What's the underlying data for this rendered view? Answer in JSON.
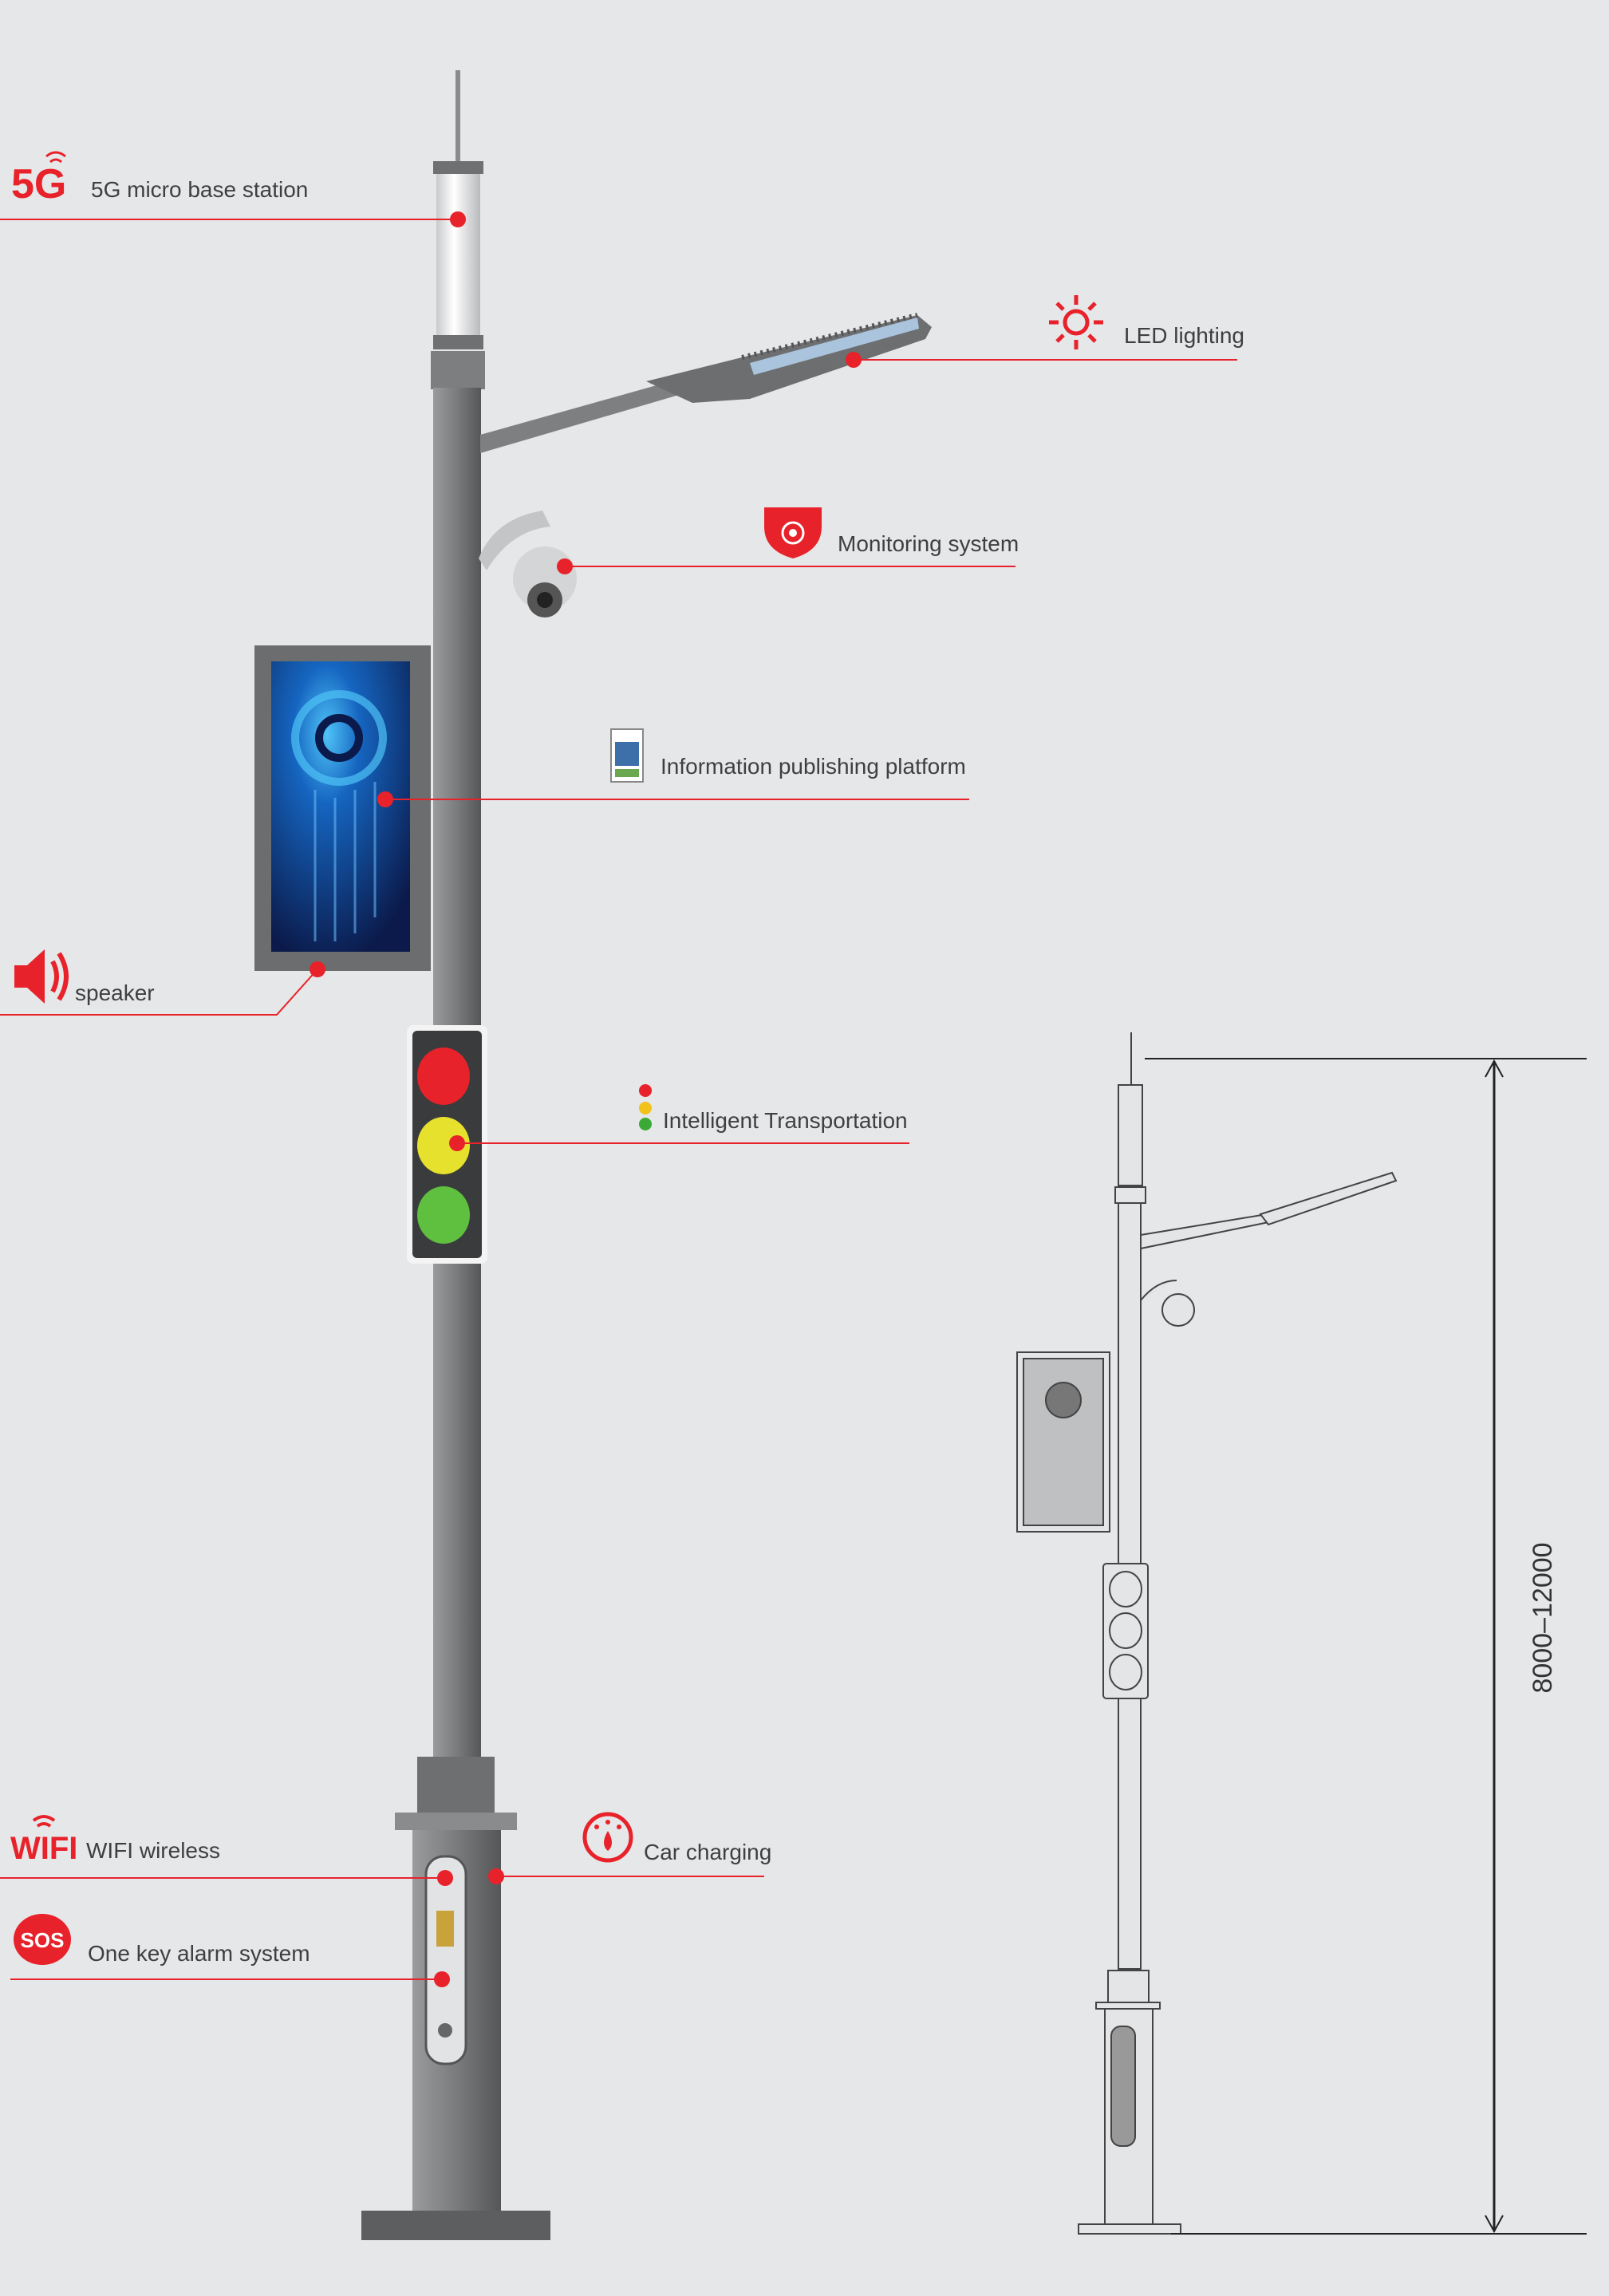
{
  "features": [
    {
      "id": "5g",
      "icon": "5g-icon",
      "icon_text": "5G",
      "label": "5G micro base station"
    },
    {
      "id": "led",
      "icon": "sun-icon",
      "label": "LED lighting"
    },
    {
      "id": "monitoring",
      "icon": "shield-camera-icon",
      "label": "Monitoring system"
    },
    {
      "id": "info",
      "icon": "display-icon",
      "label": "Information publishing platform"
    },
    {
      "id": "speaker",
      "icon": "speaker-icon",
      "label": "speaker"
    },
    {
      "id": "transport",
      "icon": "traffic-dots-icon",
      "label": "Intelligent Transportation"
    },
    {
      "id": "wifi",
      "icon": "wifi-icon",
      "icon_text": "WIFI",
      "label": "WIFI wireless"
    },
    {
      "id": "charging",
      "icon": "charging-icon",
      "label": "Car charging"
    },
    {
      "id": "sos",
      "icon": "sos-icon",
      "icon_text": "SOS",
      "label": "One key alarm system"
    }
  ],
  "dimension": {
    "label": "8000–12000"
  },
  "colors": {
    "accent": "#e8222a",
    "background": "#e6e7e9",
    "pole": "#7a7b7d"
  }
}
